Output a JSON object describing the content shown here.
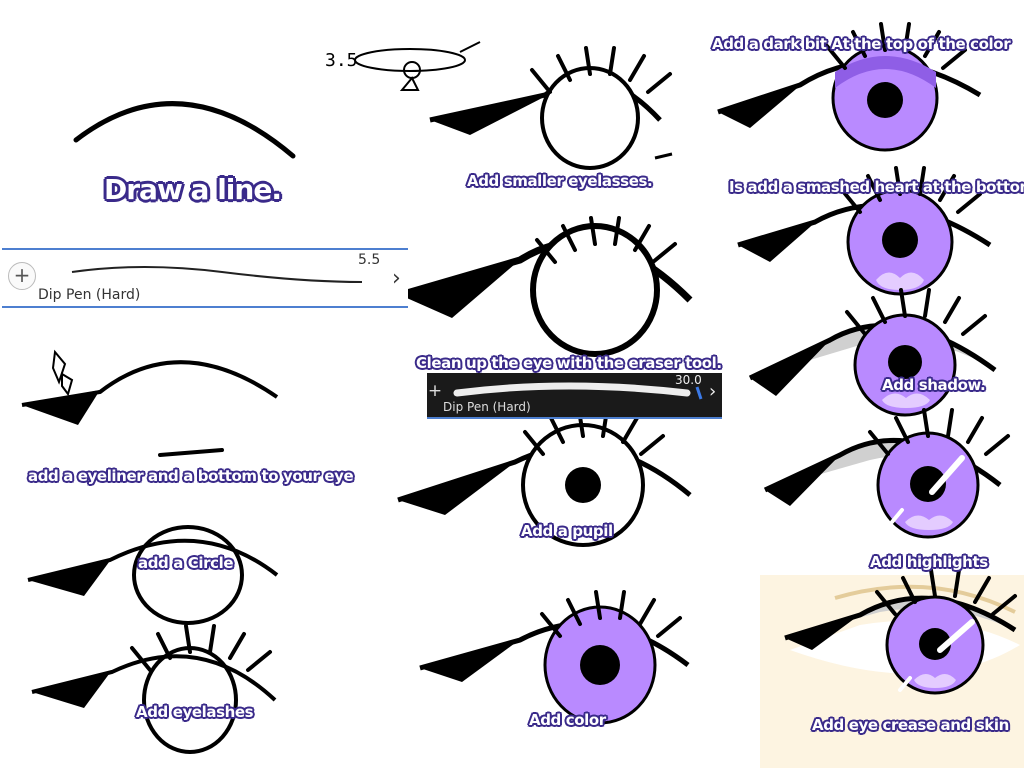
{
  "colors": {
    "iris": "#b98aff",
    "iris_dark": "#8f5ee6",
    "heart": "#e4ccff",
    "shadow": "#d0d0d0",
    "outline": "#000000",
    "caption_outline": "#3a2a8a",
    "toolbar_accent": "#4d7fd0",
    "skin": "#fbeccd"
  },
  "captions": {
    "draw_line": "Draw a line.",
    "eyeliner": "add a eyeliner and a bottom to your eye",
    "circle": "add a Circle",
    "eyelashes": "Add eyelashes",
    "smaller_lashes": "Add smaller eyelasses.",
    "clean_up": "Clean up the eye with the eraser tool.",
    "pupil": "Add a pupil",
    "color": "Add color",
    "dark_bit": "Add a dark bit At the top of the color",
    "heart": "Is add a smashed heart at the bottom",
    "shadow": "Add shadow.",
    "highlights": "Add highlights",
    "crease_skin": "Add eye crease and skin"
  },
  "brush_bar_1": {
    "plus_icon": "plus-icon",
    "brush_name": "Dip Pen (Hard)",
    "brush_size": "5.5",
    "chevron_icon": "chevron-right-icon"
  },
  "brush_bar_2": {
    "plus_icon": "plus-icon",
    "brush_name": "Dip Pen (Hard)",
    "brush_size": "30.0",
    "chevron_icon": "chevron-right-icon"
  },
  "sketch_note": "3.5"
}
